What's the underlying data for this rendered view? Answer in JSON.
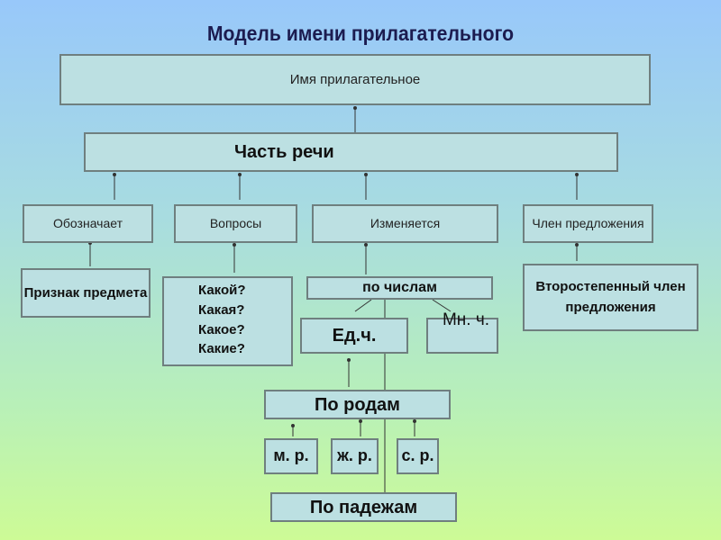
{
  "title": "Модель имени прилагательного",
  "nodes": {
    "root": "Имя прилагательное",
    "pos": "Часть речи",
    "denotes": "Обозначает",
    "questions": "Вопросы",
    "changes": "Изменяется",
    "member": "Член предложения",
    "feature": "Признак предмета",
    "question_list": [
      "Какой?",
      "Какая?",
      "Какое?",
      "Какие?"
    ],
    "by_number": "по числам",
    "singular": "Ед.ч.",
    "plural": "Мн. ч.",
    "secondary": "Второстепенный член предложения",
    "by_gender": "По родам",
    "masc": "м. р.",
    "fem": "ж. р.",
    "neut": "с. р.",
    "by_case": "По падежам"
  }
}
